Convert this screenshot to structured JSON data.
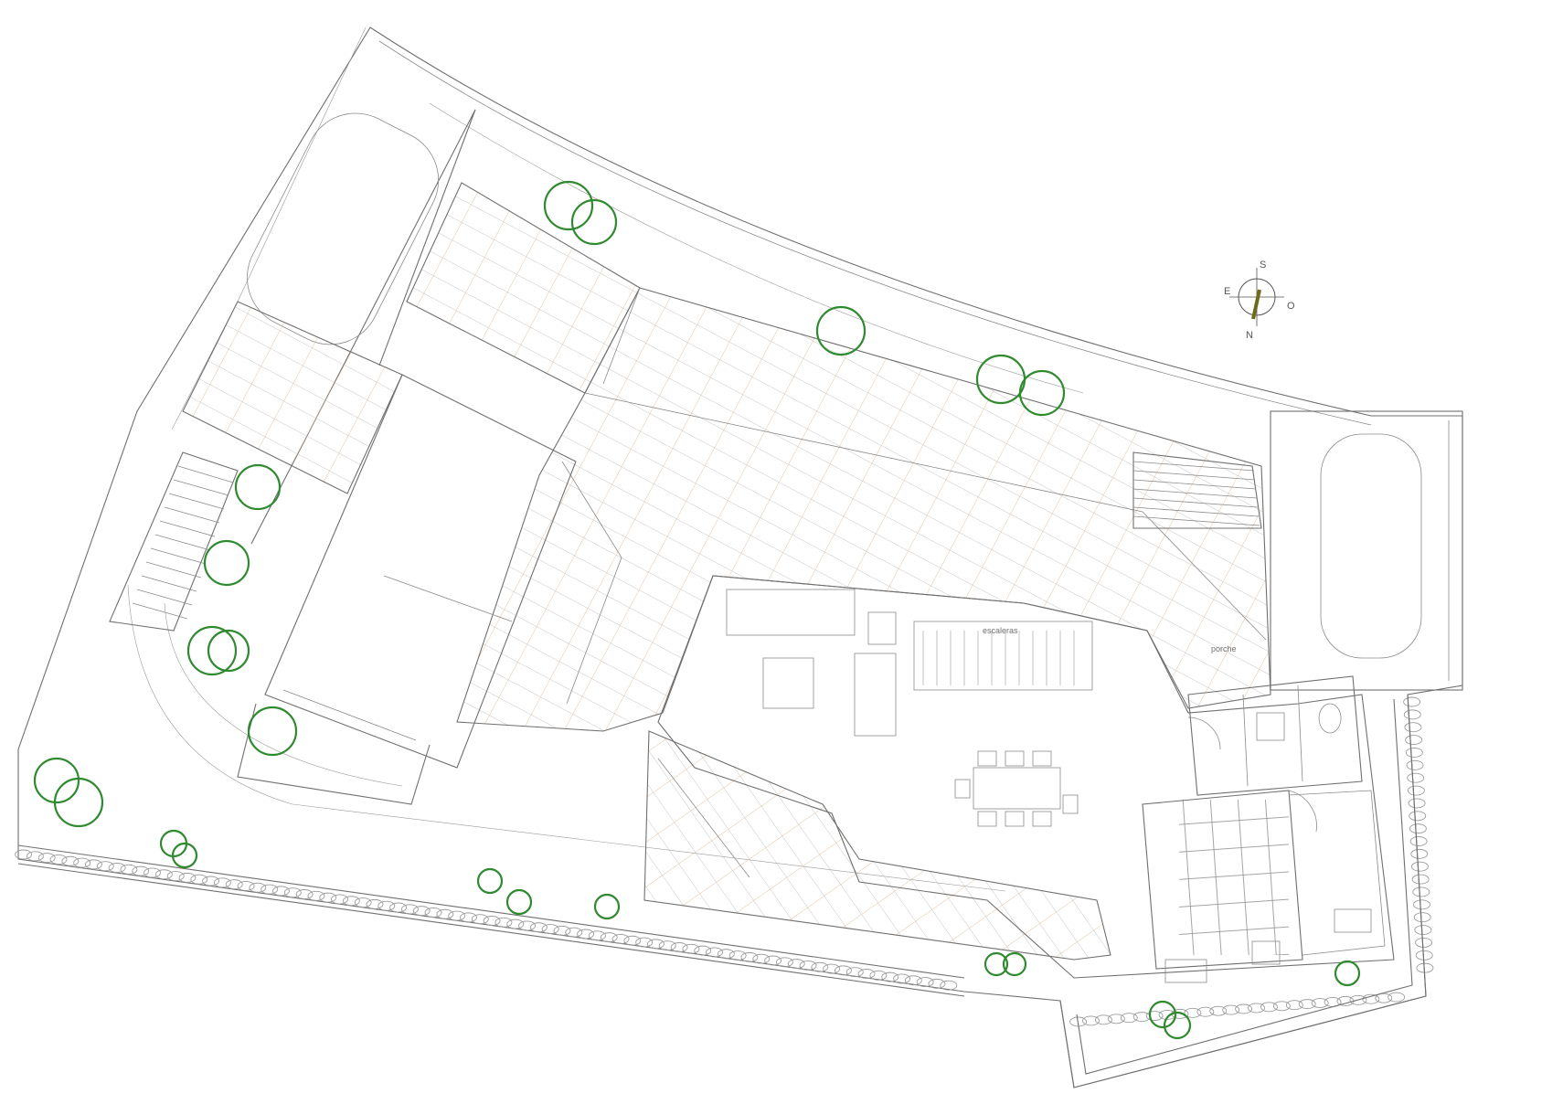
{
  "compass": {
    "north": "N",
    "south": "S",
    "east": "E",
    "west": "O",
    "needle_color": "#6b6b1a"
  },
  "colors": {
    "line": "#6f6f6f",
    "roof_tiles": "#d9b89a",
    "trees": "#2f8a2f"
  },
  "room_labels": {
    "stairs": "escaleras",
    "porch": "porche"
  }
}
